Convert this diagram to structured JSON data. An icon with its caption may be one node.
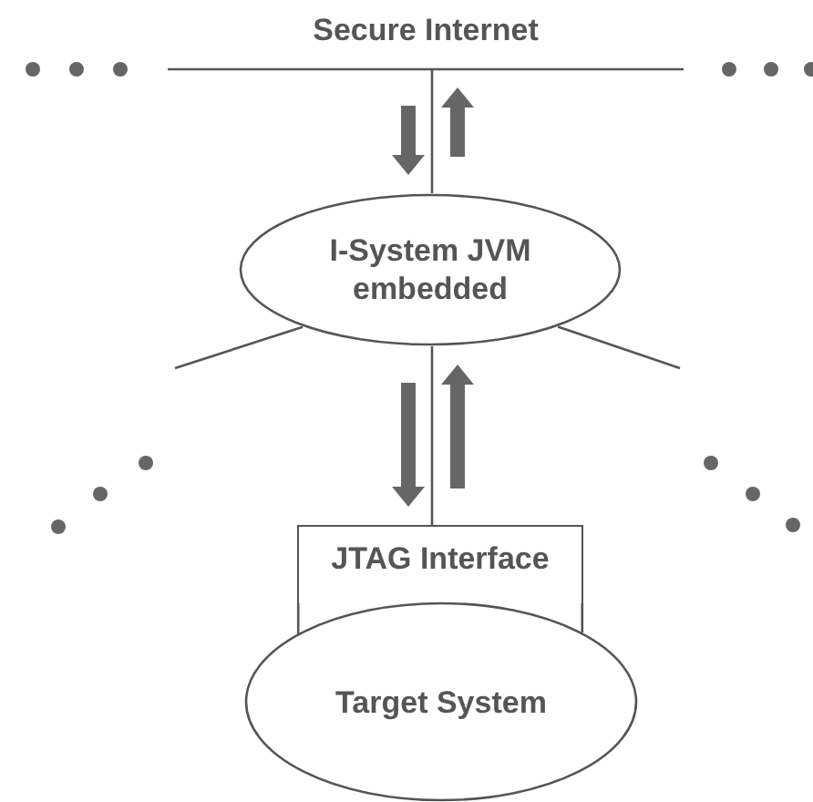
{
  "diagram": {
    "nodes": [
      {
        "text": [
          "Secure Internet"
        ]
      },
      {
        "text": [
          "I-System JVM embedded"
        ]
      },
      {
        "text": [
          "JTAG Interface"
        ]
      },
      {
        "text": [
          "Target System"
        ]
      }
    ],
    "edges": [
      {
        "from": 0,
        "to": 1,
        "arrow": "none"
      },
      {
        "from": 1,
        "to": 2,
        "arrow": "none"
      },
      {
        "from": 1,
        "to": null,
        "arrow": "none"
      },
      {
        "from": 1,
        "to": null,
        "arrow": "none"
      },
      {
        "from": 0,
        "to": 1,
        "arrow": "to",
        "style": "thick"
      },
      {
        "from": 1,
        "to": 0,
        "arrow": "to",
        "style": "thick"
      },
      {
        "from": 1,
        "to": 2,
        "arrow": "to",
        "style": "thick"
      },
      {
        "from": 2,
        "to": 1,
        "arrow": "to",
        "style": "thick"
      }
    ]
  }
}
